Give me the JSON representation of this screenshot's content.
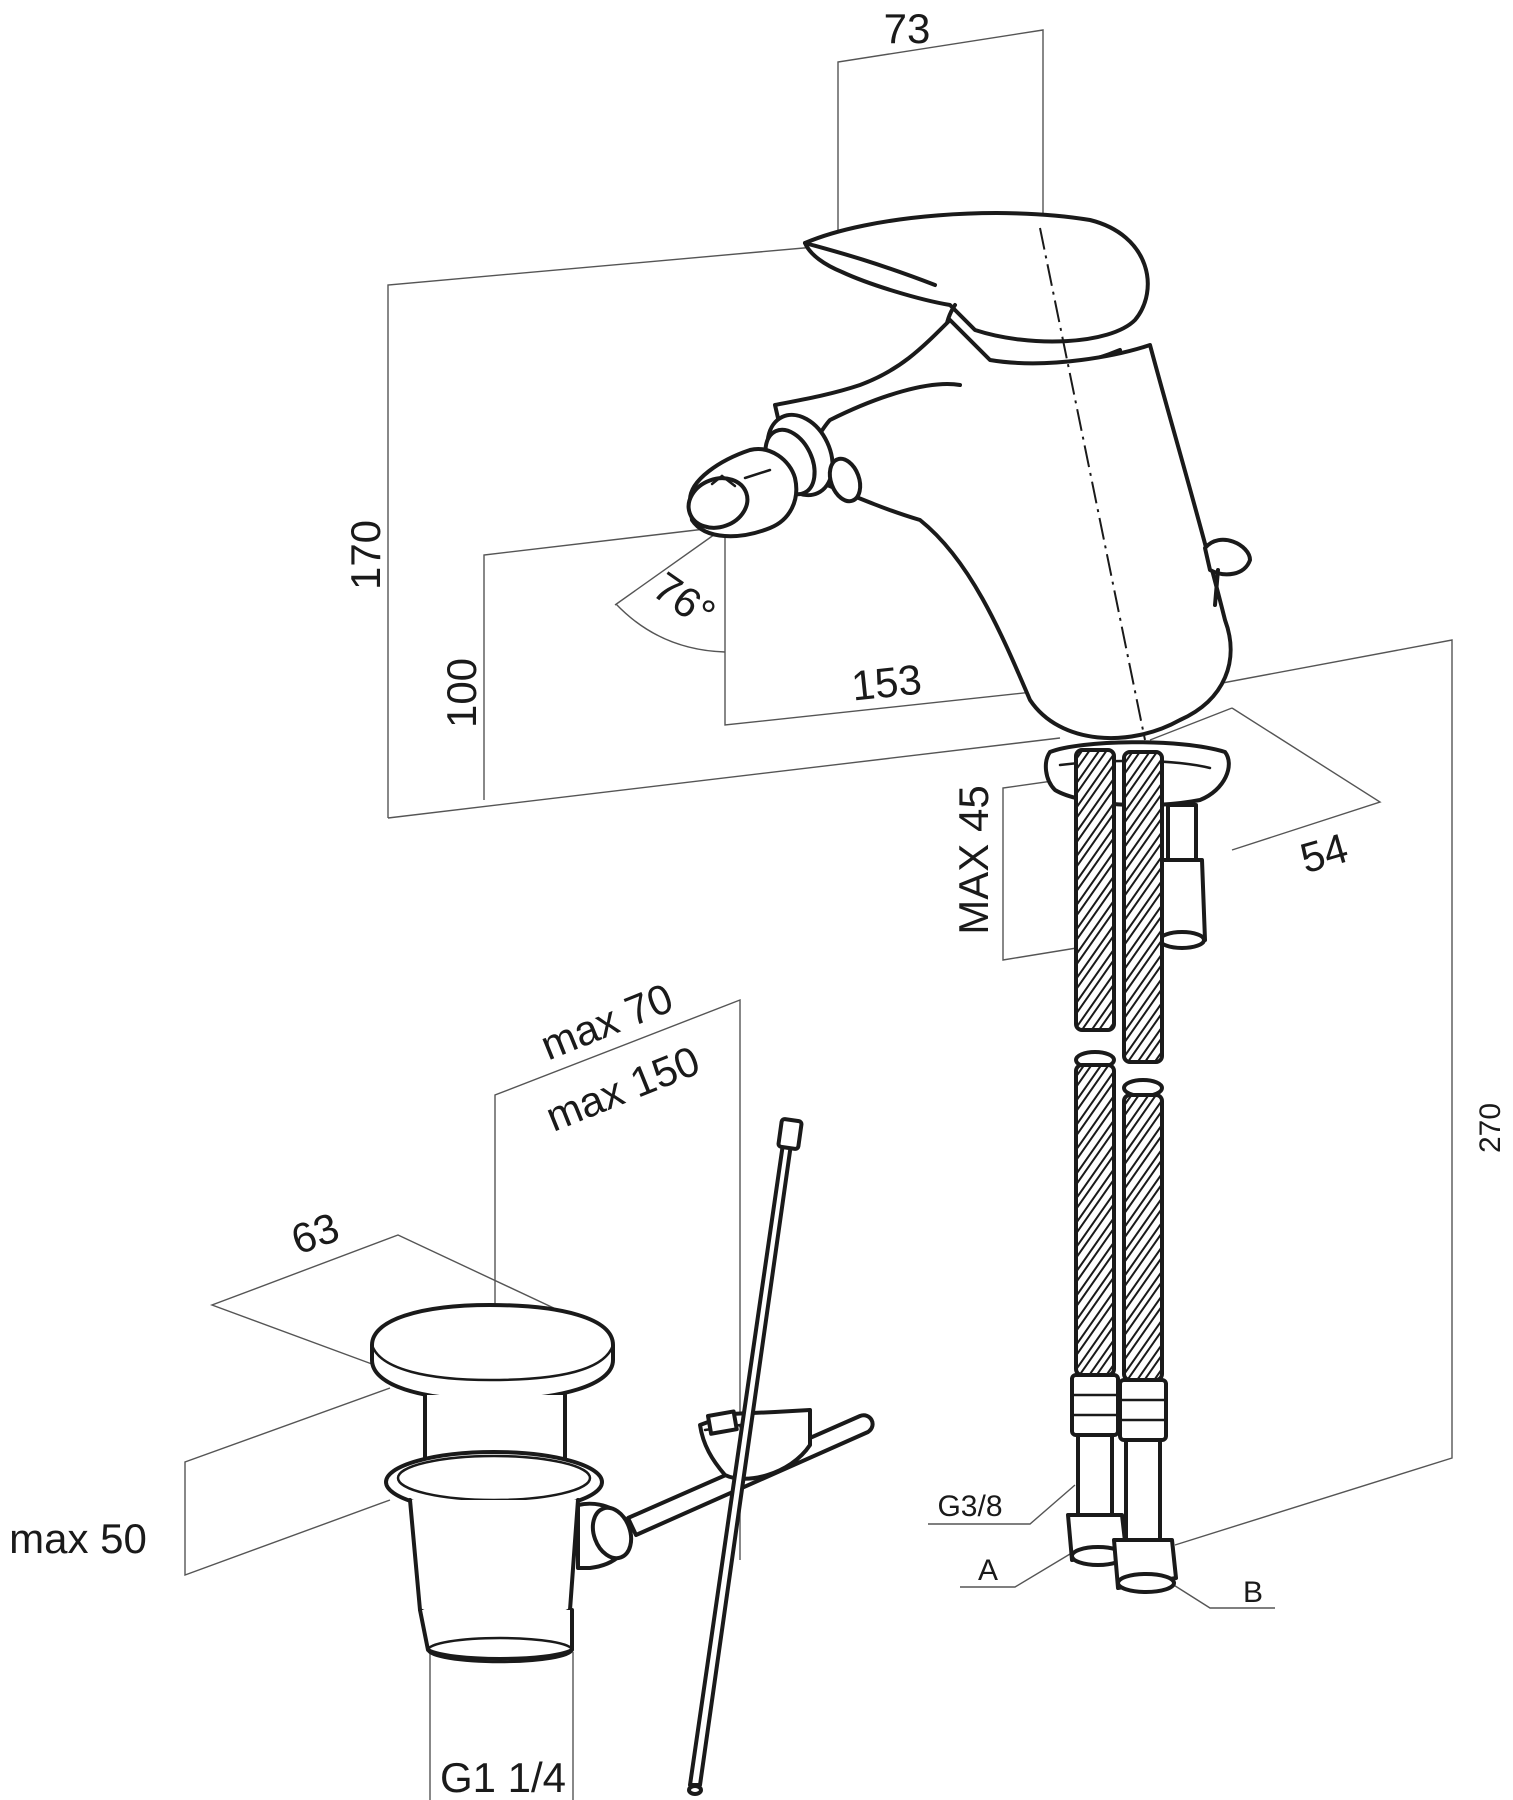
{
  "labels": {
    "dim_73": "73",
    "dim_170": "170",
    "dim_100": "100",
    "dim_76deg": "76°",
    "dim_153": "153",
    "dim_54": "54",
    "dim_max45": "MAX 45",
    "dim_270": "270",
    "dim_g38": "G3/8",
    "label_a": "A",
    "label_b": "B",
    "dim_max70": "max 70",
    "dim_max150": "max 150",
    "dim_63": "63",
    "dim_max50": "max 50",
    "dim_g114": "G1 1/4"
  },
  "colors": {
    "outline": "#1a1a1a",
    "dimension_line": "#555555",
    "background": "#ffffff"
  }
}
